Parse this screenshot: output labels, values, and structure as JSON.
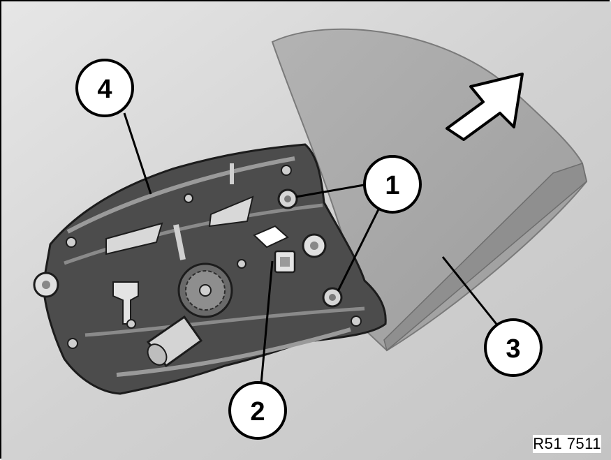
{
  "callouts": [
    {
      "id": "callout-1",
      "label": "1"
    },
    {
      "id": "callout-2",
      "label": "2"
    },
    {
      "id": "callout-3",
      "label": "3"
    },
    {
      "id": "callout-4",
      "label": "4"
    }
  ],
  "reference_code": "R51 7511",
  "colors": {
    "background": "#d6d6d6",
    "glass": "#a9a9a9",
    "regulator": "#4a4a4a",
    "callout_fill": "#ffffff",
    "outline": "#000000"
  },
  "icons": [
    "up-right-arrow-icon",
    "window-motor-icon"
  ]
}
